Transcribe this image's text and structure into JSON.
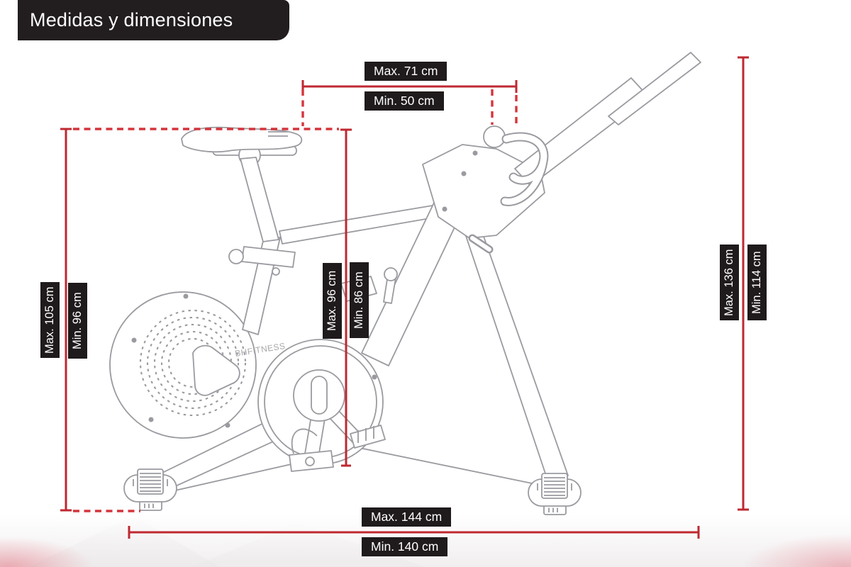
{
  "title": "Medidas y dimensiones",
  "bike": {
    "brand_logo": "BHFITNESS"
  },
  "dimensions": {
    "handlebar_width": {
      "max": "Max. 71 cm",
      "min": "Min. 50 cm"
    },
    "saddle_height": {
      "max": "Max. 105 cm",
      "min": "Min. 96 cm"
    },
    "handlebar_height": {
      "max": "Max. 96 cm",
      "min": "Min. 86 cm"
    },
    "overall_height": {
      "max": "Max. 136 cm",
      "min": "Min. 114 cm"
    },
    "overall_length": {
      "max": "Max. 144 cm",
      "min": "Min. 140 cm"
    }
  },
  "colors": {
    "dimension_red": "#bf2830",
    "dashed_red": "#d4353c",
    "label_background": "#1f1a1b",
    "label_text": "#ffffff",
    "drawing_gray": "#9a9ba0",
    "title_background": "#221d1e"
  }
}
